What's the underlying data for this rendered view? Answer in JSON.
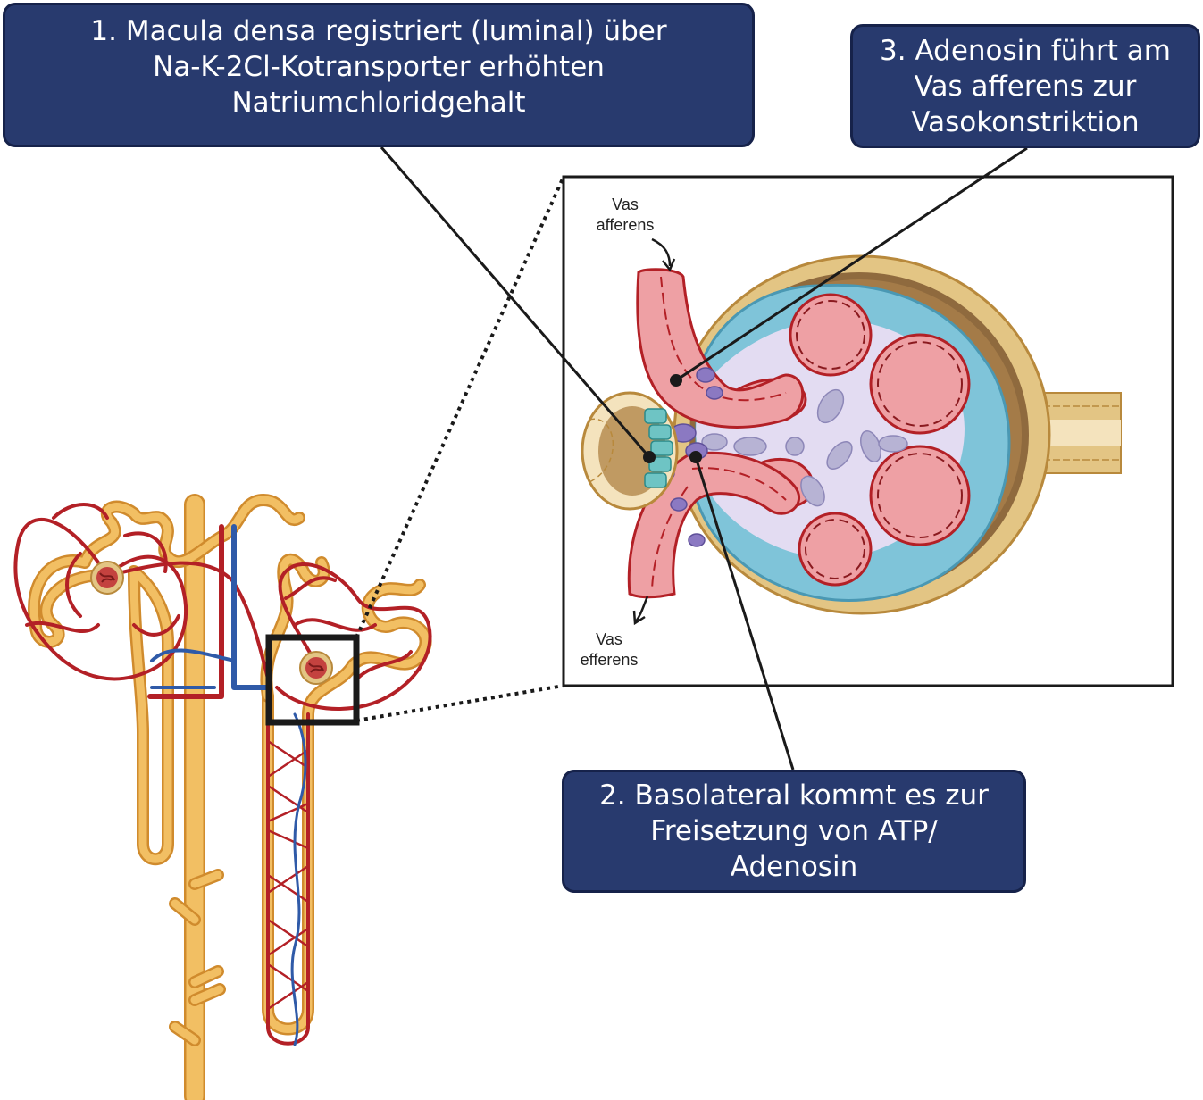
{
  "callouts": {
    "step1": {
      "lines": [
        "1. Macula densa registriert (luminal) über",
        "Na-K-2Cl-Kotransporter erhöhten",
        "Natriumchloridgehalt"
      ]
    },
    "step2": {
      "lines": [
        "2. Basolateral kommt es zur",
        "Freisetzung von ATP/",
        "Adenosin"
      ]
    },
    "step3": {
      "lines": [
        "3. Adenosin führt am",
        "Vas afferens zur",
        "Vasokonstriktion"
      ]
    }
  },
  "inset_labels": {
    "afferent_line1": "Vas",
    "afferent_line2": "afferens",
    "efferent_line1": "Vas",
    "efferent_line2": "efferens"
  },
  "colors": {
    "callout_fill": "#283a6e",
    "tubule_yellow": "#f2bf63",
    "artery_red": "#b32026",
    "vein_blue": "#2f5aa8",
    "vessel_pink": "#eea0a4",
    "capsule_tan": "#e3c584",
    "podocyte_blue": "#7fc4d9",
    "mesangium_lavender": "#e3dcf2",
    "macula_densa_teal": "#6ec4c4"
  }
}
